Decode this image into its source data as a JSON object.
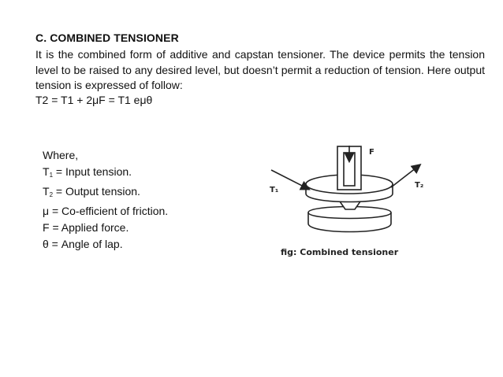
{
  "section": {
    "heading": "C. COMBINED TENSIONER",
    "paragraph": "It is the combined form of additive and capstan tensioner. The device permits the tension level to be raised to any desired level, but doesn’t permit a reduction of tension. Here output tension is expressed of follow:",
    "formula": "T2 = T1 + 2μF = T1 eμθ"
  },
  "legend": {
    "title": "Where,",
    "items": [
      {
        "symbol": "T",
        "sub": "1",
        "text": " = Input tension."
      },
      {
        "symbol": "T",
        "sub": "2",
        "text": " = Output tension."
      },
      {
        "symbol": "μ",
        "sub": "",
        "text": " = Co-efficient of friction."
      },
      {
        "symbol": "F",
        "sub": "",
        "text": " = Applied force."
      },
      {
        "symbol": "θ",
        "sub": "",
        "text": " = Angle of lap."
      }
    ]
  },
  "figure": {
    "label_force": "F",
    "label_t1": "T₁",
    "label_t2": "T₂",
    "caption": "fig: Combined tensioner"
  }
}
